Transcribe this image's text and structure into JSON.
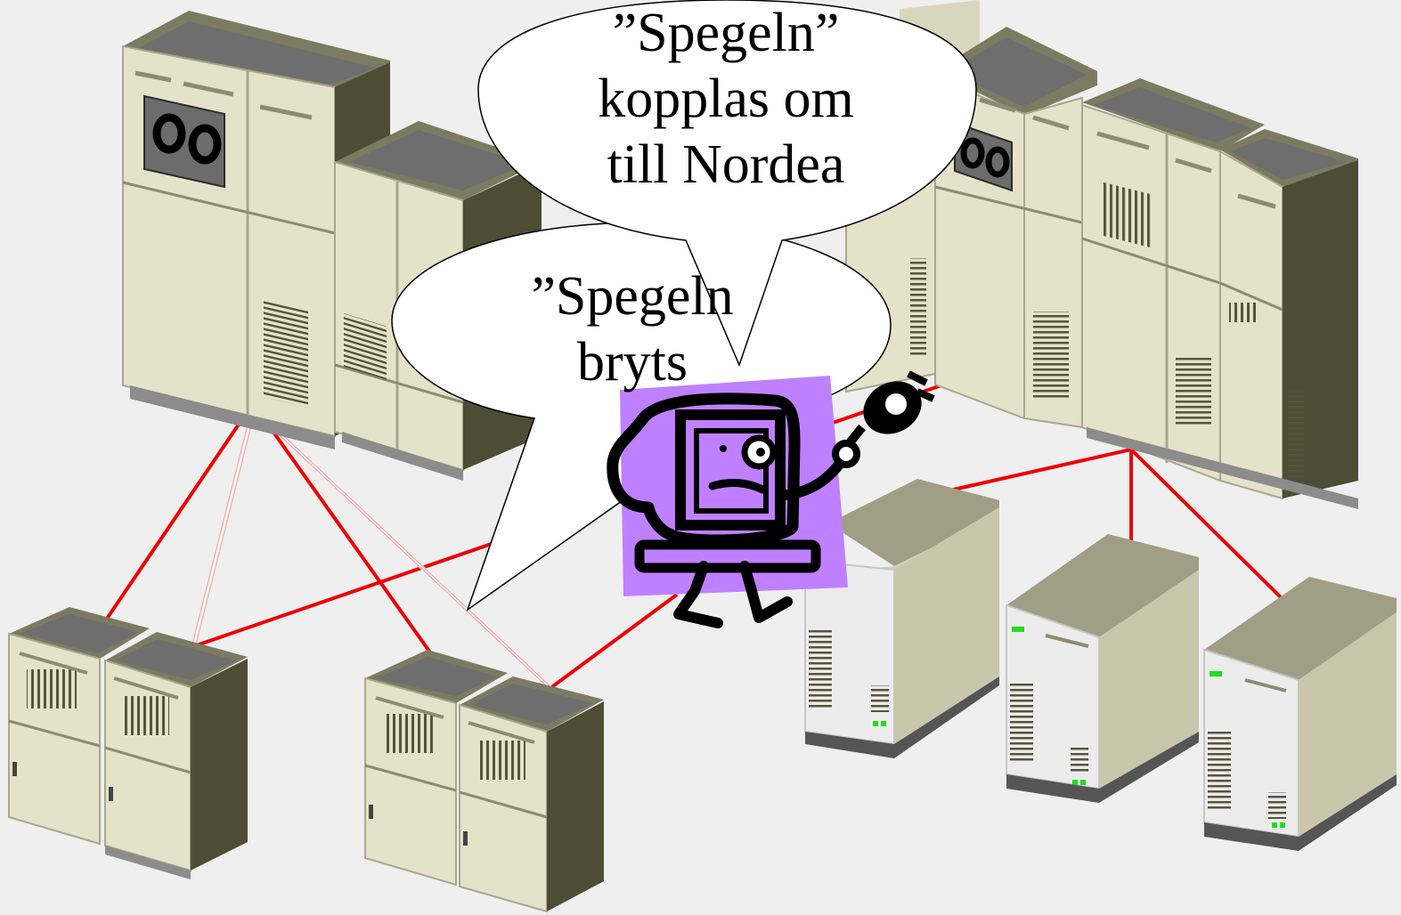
{
  "bubbles": {
    "main": {
      "lines": [
        "”Spegeln”",
        "kopplas om",
        "till Nordea"
      ]
    },
    "back": {
      "lines": [
        "”Spegeln",
        "bryts"
      ]
    }
  },
  "colors": {
    "background": "#efefef",
    "cabinet_front": "#e4e3c9",
    "cabinet_top": "#9a9a80",
    "cabinet_side": "#4d4d35",
    "cabinet_topdark": "#6b6b6b",
    "link_red": "#ee0000",
    "mascot_purple": "#bf80ff",
    "led_green": "#22dd22",
    "bubble_fill": "#ffffff"
  },
  "icons": {
    "mainframes": "mainframe-icon",
    "servers": "tower-server-icon",
    "mascot": "unplugged-computer-mascot-icon"
  }
}
